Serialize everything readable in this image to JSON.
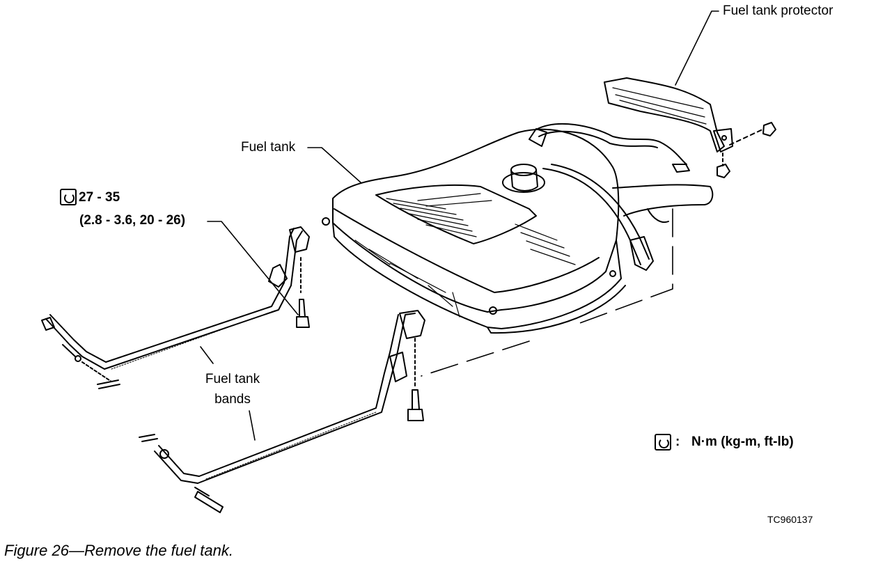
{
  "labels": {
    "fuel_tank_protector": "Fuel tank protector",
    "fuel_tank": "Fuel tank",
    "torque_value": "27 - 35",
    "torque_alt": "(2.8 - 3.6, 20 - 26)",
    "fuel_tank_bands_line1": "Fuel tank",
    "fuel_tank_bands_line2": "bands",
    "legend_colon": ":",
    "legend_units": "N·m (kg-m, ft-lb)",
    "figure_code": "TC960137",
    "caption": "Figure 26—Remove the fuel tank."
  },
  "icons": {
    "torque": "torque-wrench-icon"
  }
}
